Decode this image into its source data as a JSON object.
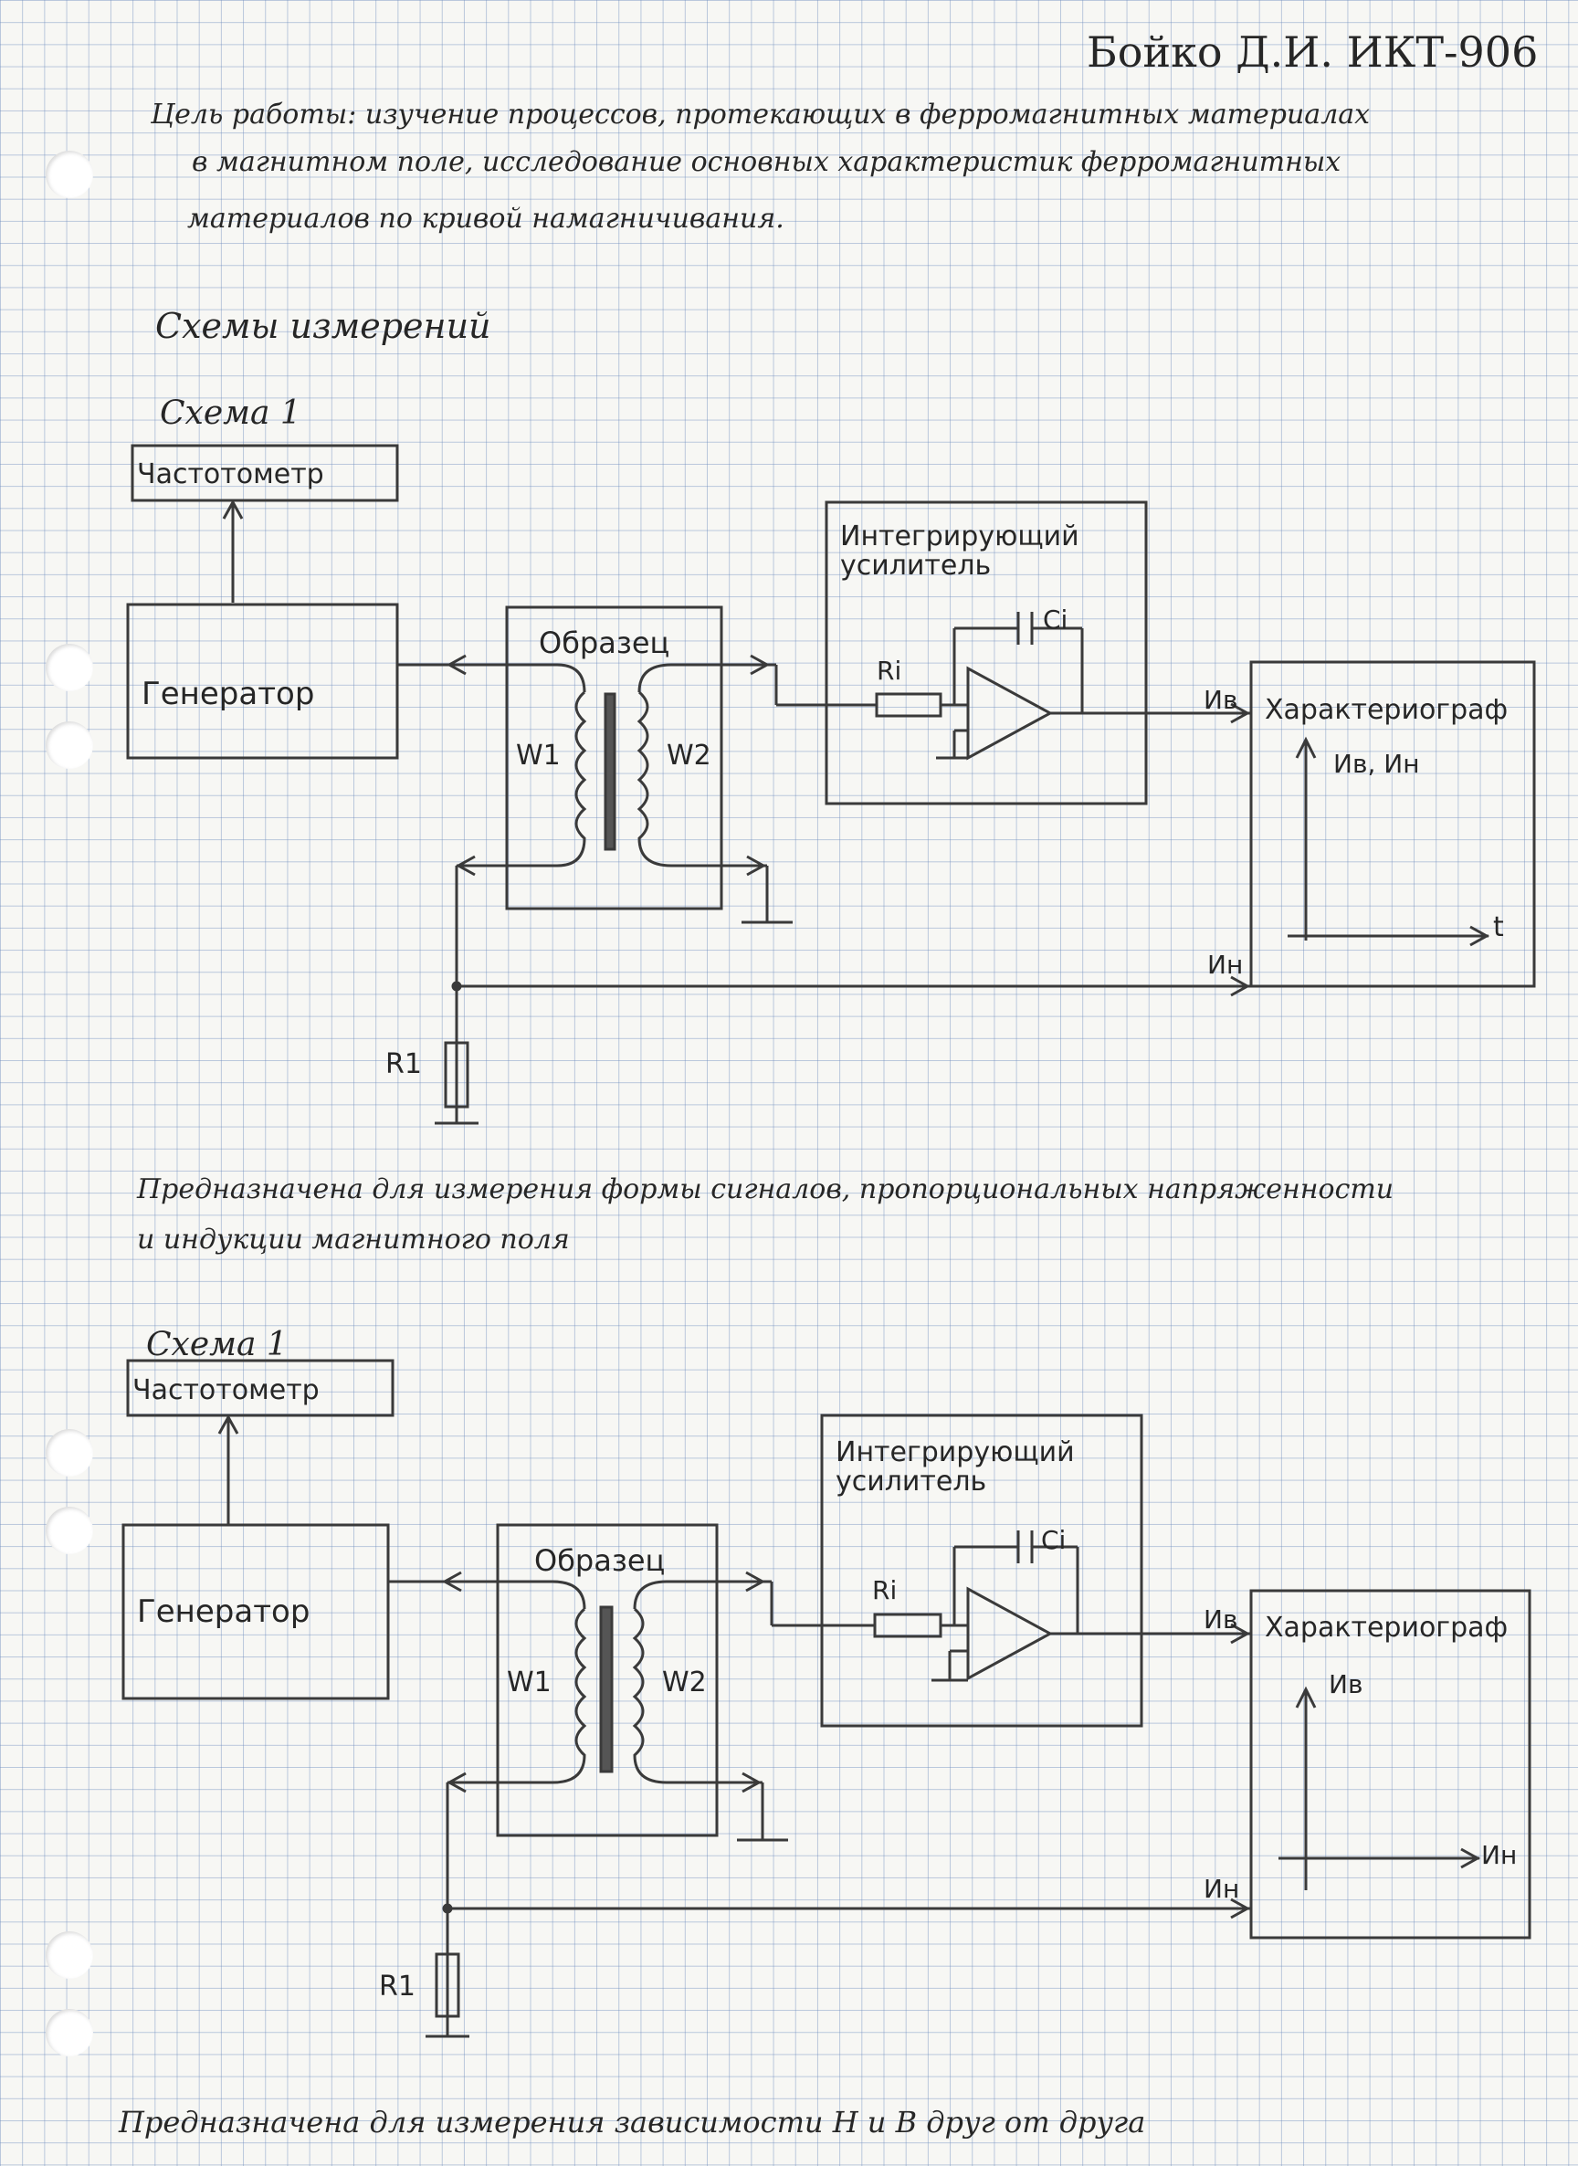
{
  "header": {
    "author": "Бойко Д.И. ИКТ-906"
  },
  "goal": {
    "line1": "Цель работы: изучение процессов, протекающих в ферромагнитных материалах",
    "line2": "в магнитном поле, исследование основных характеристик ферромагнитных",
    "line3": "материалов по кривой намагничивания."
  },
  "section_title": "Схемы измерений",
  "schemes": [
    {
      "title": "Схема 1",
      "frequency_meter": "Частотометр",
      "generator": "Генератор",
      "sample": "Образец",
      "winding1": "W1",
      "winding2": "W2",
      "amplifier": "Интегрирующий усилитель",
      "resistor_in": "Ri",
      "capacitor": "Ci",
      "output_top": "Ив",
      "output_bottom": "Ин",
      "scope": "Характериограф",
      "scope_y_axis": "Ив, Ин",
      "scope_x_axis": "t",
      "resistor": "R1",
      "description_line1": "Предназначена для измерения формы сигналов, пропорциональных напряженности",
      "description_line2": "и индукции магнитного поля"
    },
    {
      "title": "Схема 1",
      "frequency_meter": "Частотометр",
      "generator": "Генератор",
      "sample": "Образец",
      "winding1": "W1",
      "winding2": "W2",
      "amplifier": "Интегрирующий усилитель",
      "resistor_in": "Ri",
      "capacitor": "Ci",
      "output_top": "Ив",
      "output_bottom": "Ин",
      "scope": "Характериограф",
      "scope_y_axis": "Ив",
      "scope_x_axis": "Ин",
      "resistor": "R1",
      "description_line1": "Предназначена для измерения зависимости Н и В друг от друга",
      "description_line2": ""
    }
  ]
}
